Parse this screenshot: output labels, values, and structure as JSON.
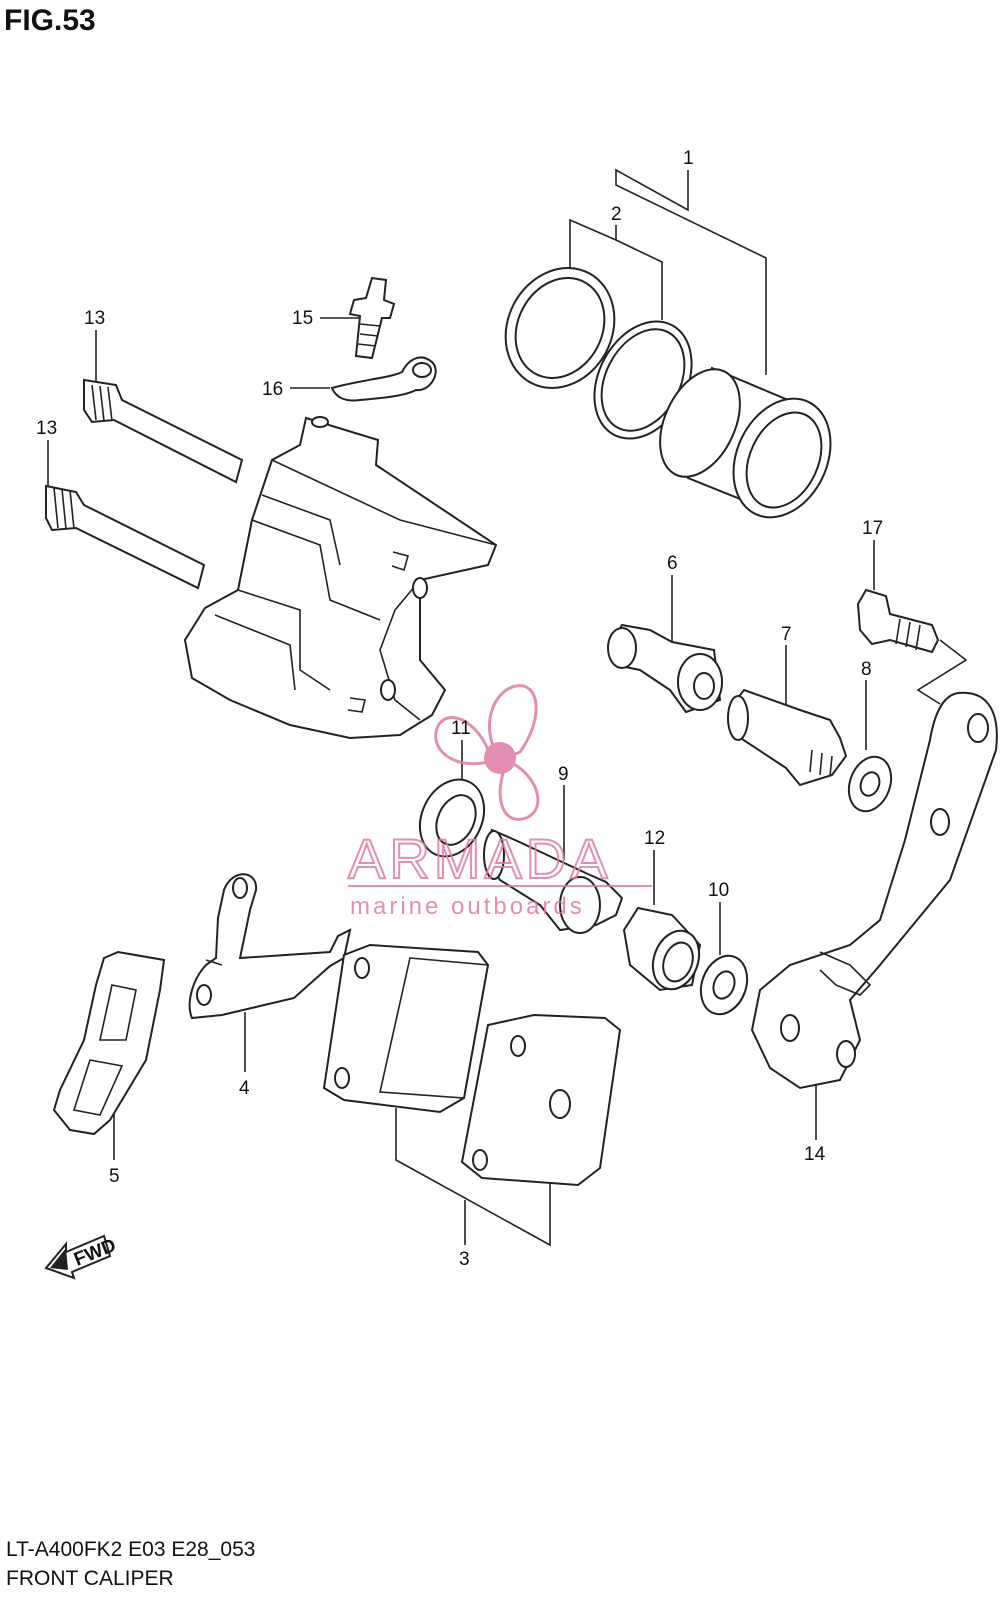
{
  "figure": {
    "title": "FIG.53",
    "model_code": "LT-A400FK2 E03 E28_053",
    "section": "FRONT CALIPER"
  },
  "parts": [
    {
      "ref": "1"
    },
    {
      "ref": "2"
    },
    {
      "ref": "3"
    },
    {
      "ref": "4"
    },
    {
      "ref": "5"
    },
    {
      "ref": "6"
    },
    {
      "ref": "7"
    },
    {
      "ref": "8"
    },
    {
      "ref": "9"
    },
    {
      "ref": "10"
    },
    {
      "ref": "11"
    },
    {
      "ref": "12"
    },
    {
      "ref": "13"
    },
    {
      "ref": "13"
    },
    {
      "ref": "14"
    },
    {
      "ref": "15"
    },
    {
      "ref": "16"
    },
    {
      "ref": "17"
    }
  ],
  "direction_arrow": {
    "text": "FWD",
    "icon": "fwd-arrow-icon"
  },
  "watermark": {
    "brand": "ARMADA",
    "tagline": "marine outboards",
    "color": "#e07aa6",
    "icon": "propeller-logo-icon"
  }
}
